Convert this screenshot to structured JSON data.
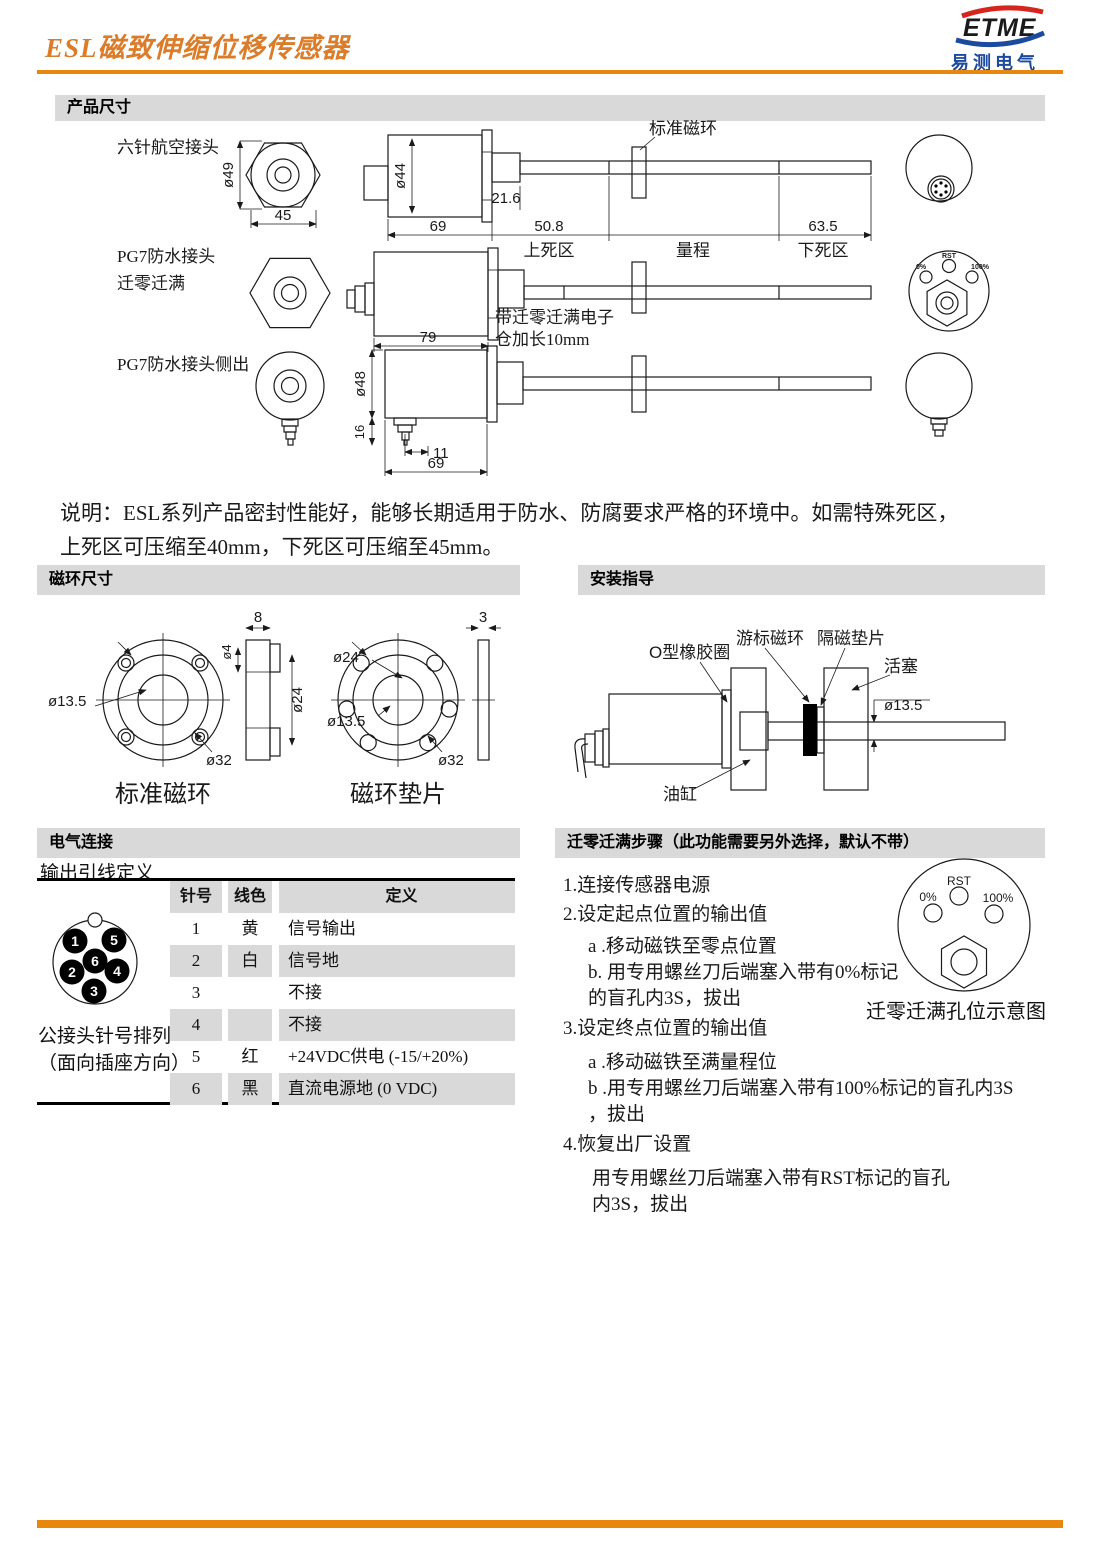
{
  "header": {
    "title": "ESL磁致伸缩位移传感器",
    "logo_brand": "ETME",
    "logo_company": "易测电气"
  },
  "sections": {
    "product": "产品尺寸",
    "rings": "磁环尺寸",
    "install": "安装指导",
    "electrical": "电气连接",
    "adjust": "迁零迁满步骤（此功能需要另外选择，默认不带）"
  },
  "product": {
    "row1": {
      "label": "六针航空接头",
      "front_d": "ø49",
      "front_w": "45",
      "body_d": "ø44",
      "body_len": "69",
      "thread_len": "21.6",
      "upper_dead": "50.8",
      "upper_dead_label": "上死区",
      "range_label": "量程",
      "lower_dead": "63.5",
      "lower_dead_label": "下死区",
      "ring_label": "标准磁环"
    },
    "row2": {
      "label1": "PG7防水接头",
      "label2": "迁零迁满",
      "body_len": "79",
      "note1": "带迁零迁满电子",
      "note2": "仓加长10mm",
      "ev_rst": "RST",
      "ev_zero": "0%",
      "ev_full": "100%"
    },
    "row3": {
      "label": "PG7防水接头侧出",
      "body_d": "ø48",
      "gland_h": "16",
      "gland_off": "11",
      "body_len": "69"
    }
  },
  "note": {
    "line1": "说明：ESL系列产品密封性能好，能够长期适用于防水、防腐要求严格的环境中。如需特殊死区，",
    "line2": "上死区可压缩至40mm，下死区可压缩至45mm。"
  },
  "rings": {
    "standard": {
      "caption": "标准磁环",
      "bore": "ø13.5",
      "outer": "ø32",
      "hole": "ø4",
      "width": "8",
      "hub": "ø24"
    },
    "spacer": {
      "caption": "磁环垫片",
      "hub": "ø24",
      "bore": "ø13.5",
      "outer": "ø32",
      "thickness": "3"
    }
  },
  "install": {
    "oring": "O型橡胶圈",
    "vernier": "游标磁环",
    "spacer": "隔磁垫片",
    "piston": "活塞",
    "rod_d": "ø13.5",
    "cylinder": "油缸"
  },
  "electrical": {
    "subheading": "输出引线定义",
    "caption1": "公接头针号排列",
    "caption2": "（面向插座方向）",
    "pins": [
      "1",
      "5",
      "6",
      "2",
      "4",
      "3"
    ],
    "headers": [
      "针号",
      "线色",
      "定义"
    ],
    "rows": [
      {
        "pin": "1",
        "color": "黄",
        "def": "信号输出"
      },
      {
        "pin": "2",
        "color": "白",
        "def": "信号地"
      },
      {
        "pin": "3",
        "color": "",
        "def": "不接"
      },
      {
        "pin": "4",
        "color": "",
        "def": "不接"
      },
      {
        "pin": "5",
        "color": "红",
        "def": "+24VDC供电 (-15/+20%)"
      },
      {
        "pin": "6",
        "color": "黑",
        "def": "直流电源地 (0 VDC)"
      }
    ]
  },
  "adjust": {
    "steps": [
      "1.连接传感器电源",
      "2.设定起点位置的输出值",
      "a .移动磁铁至零点位置",
      "b. 用专用螺丝刀后端塞入带有0%标记",
      "的盲孔内3S，拔出",
      "3.设定终点位置的输出值",
      "a .移动磁铁至满量程位",
      "b .用专用螺丝刀后端塞入带有100%标记的盲孔内3S",
      "，拔出",
      "4.恢复出厂设置",
      "用专用螺丝刀后端塞入带有RST标记的盲孔",
      "内3S，拔出"
    ],
    "diag_rst": "RST",
    "diag_zero": "0%",
    "diag_full": "100%",
    "diag_caption": "迁零迁满孔位示意图"
  },
  "colors": {
    "accent": "#E8860D",
    "bar_gray": "#D9D9D9",
    "logo_blue": "#1B4A9E",
    "logo_red": "#D6251D"
  }
}
